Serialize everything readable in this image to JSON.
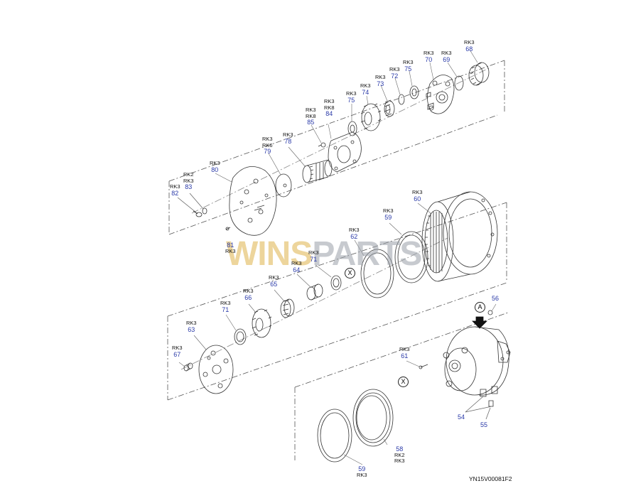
{
  "drawing_id": "YN15V00081F2",
  "watermark": {
    "part1": "WINS",
    "part2": "PARTS"
  },
  "callouts": [
    "X",
    "X",
    "A"
  ],
  "labels": [
    {
      "lines": [
        "RK3"
      ],
      "num": "68"
    },
    {
      "lines": [
        "RK3"
      ],
      "num": "69"
    },
    {
      "lines": [
        "RK3"
      ],
      "num": "70"
    },
    {
      "lines": [
        "RK3"
      ],
      "num": "75"
    },
    {
      "lines": [
        "RK3"
      ],
      "num": "72"
    },
    {
      "lines": [
        "RK3"
      ],
      "num": "73"
    },
    {
      "lines": [
        "RK3"
      ],
      "num": "74"
    },
    {
      "lines": [
        "RK3"
      ],
      "num": "75"
    },
    {
      "lines": [
        "RK3",
        "RK8"
      ],
      "num": "84"
    },
    {
      "lines": [
        "RK3",
        "RK8"
      ],
      "num": "85"
    },
    {
      "lines": [
        "RK3"
      ],
      "num": "78"
    },
    {
      "lines": [
        "RK3",
        "RK6"
      ],
      "num": "79"
    },
    {
      "lines": [
        "RK3"
      ],
      "num": "80"
    },
    {
      "lines": [
        "RK2",
        "RK3"
      ],
      "num": "83"
    },
    {
      "lines": [
        "RK3"
      ],
      "num": "82"
    },
    {
      "lines": [
        "RK3"
      ],
      "num": "81",
      "below": true
    },
    {
      "lines": [
        "RK3"
      ],
      "num": "60"
    },
    {
      "lines": [
        "RK3"
      ],
      "num": "59"
    },
    {
      "lines": [
        "RK3"
      ],
      "num": "62"
    },
    {
      "lines": [
        "RK3"
      ],
      "num": "71"
    },
    {
      "lines": [
        "RK3"
      ],
      "num": "64"
    },
    {
      "lines": [
        "RK3"
      ],
      "num": "65"
    },
    {
      "lines": [
        "RK3"
      ],
      "num": "66"
    },
    {
      "lines": [
        "RK3"
      ],
      "num": "71"
    },
    {
      "lines": [
        "RK3"
      ],
      "num": "63"
    },
    {
      "lines": [
        "RK3"
      ],
      "num": "67"
    },
    {
      "lines": [
        "RK3"
      ],
      "num": "61"
    },
    {
      "lines": [],
      "num": "56"
    },
    {
      "lines": [],
      "num": "54"
    },
    {
      "lines": [],
      "num": "55"
    },
    {
      "lines": [
        "RK2",
        "RK3"
      ],
      "num": "58",
      "below": true
    },
    {
      "lines": [
        "RK3"
      ],
      "num": "59",
      "below": true
    }
  ]
}
